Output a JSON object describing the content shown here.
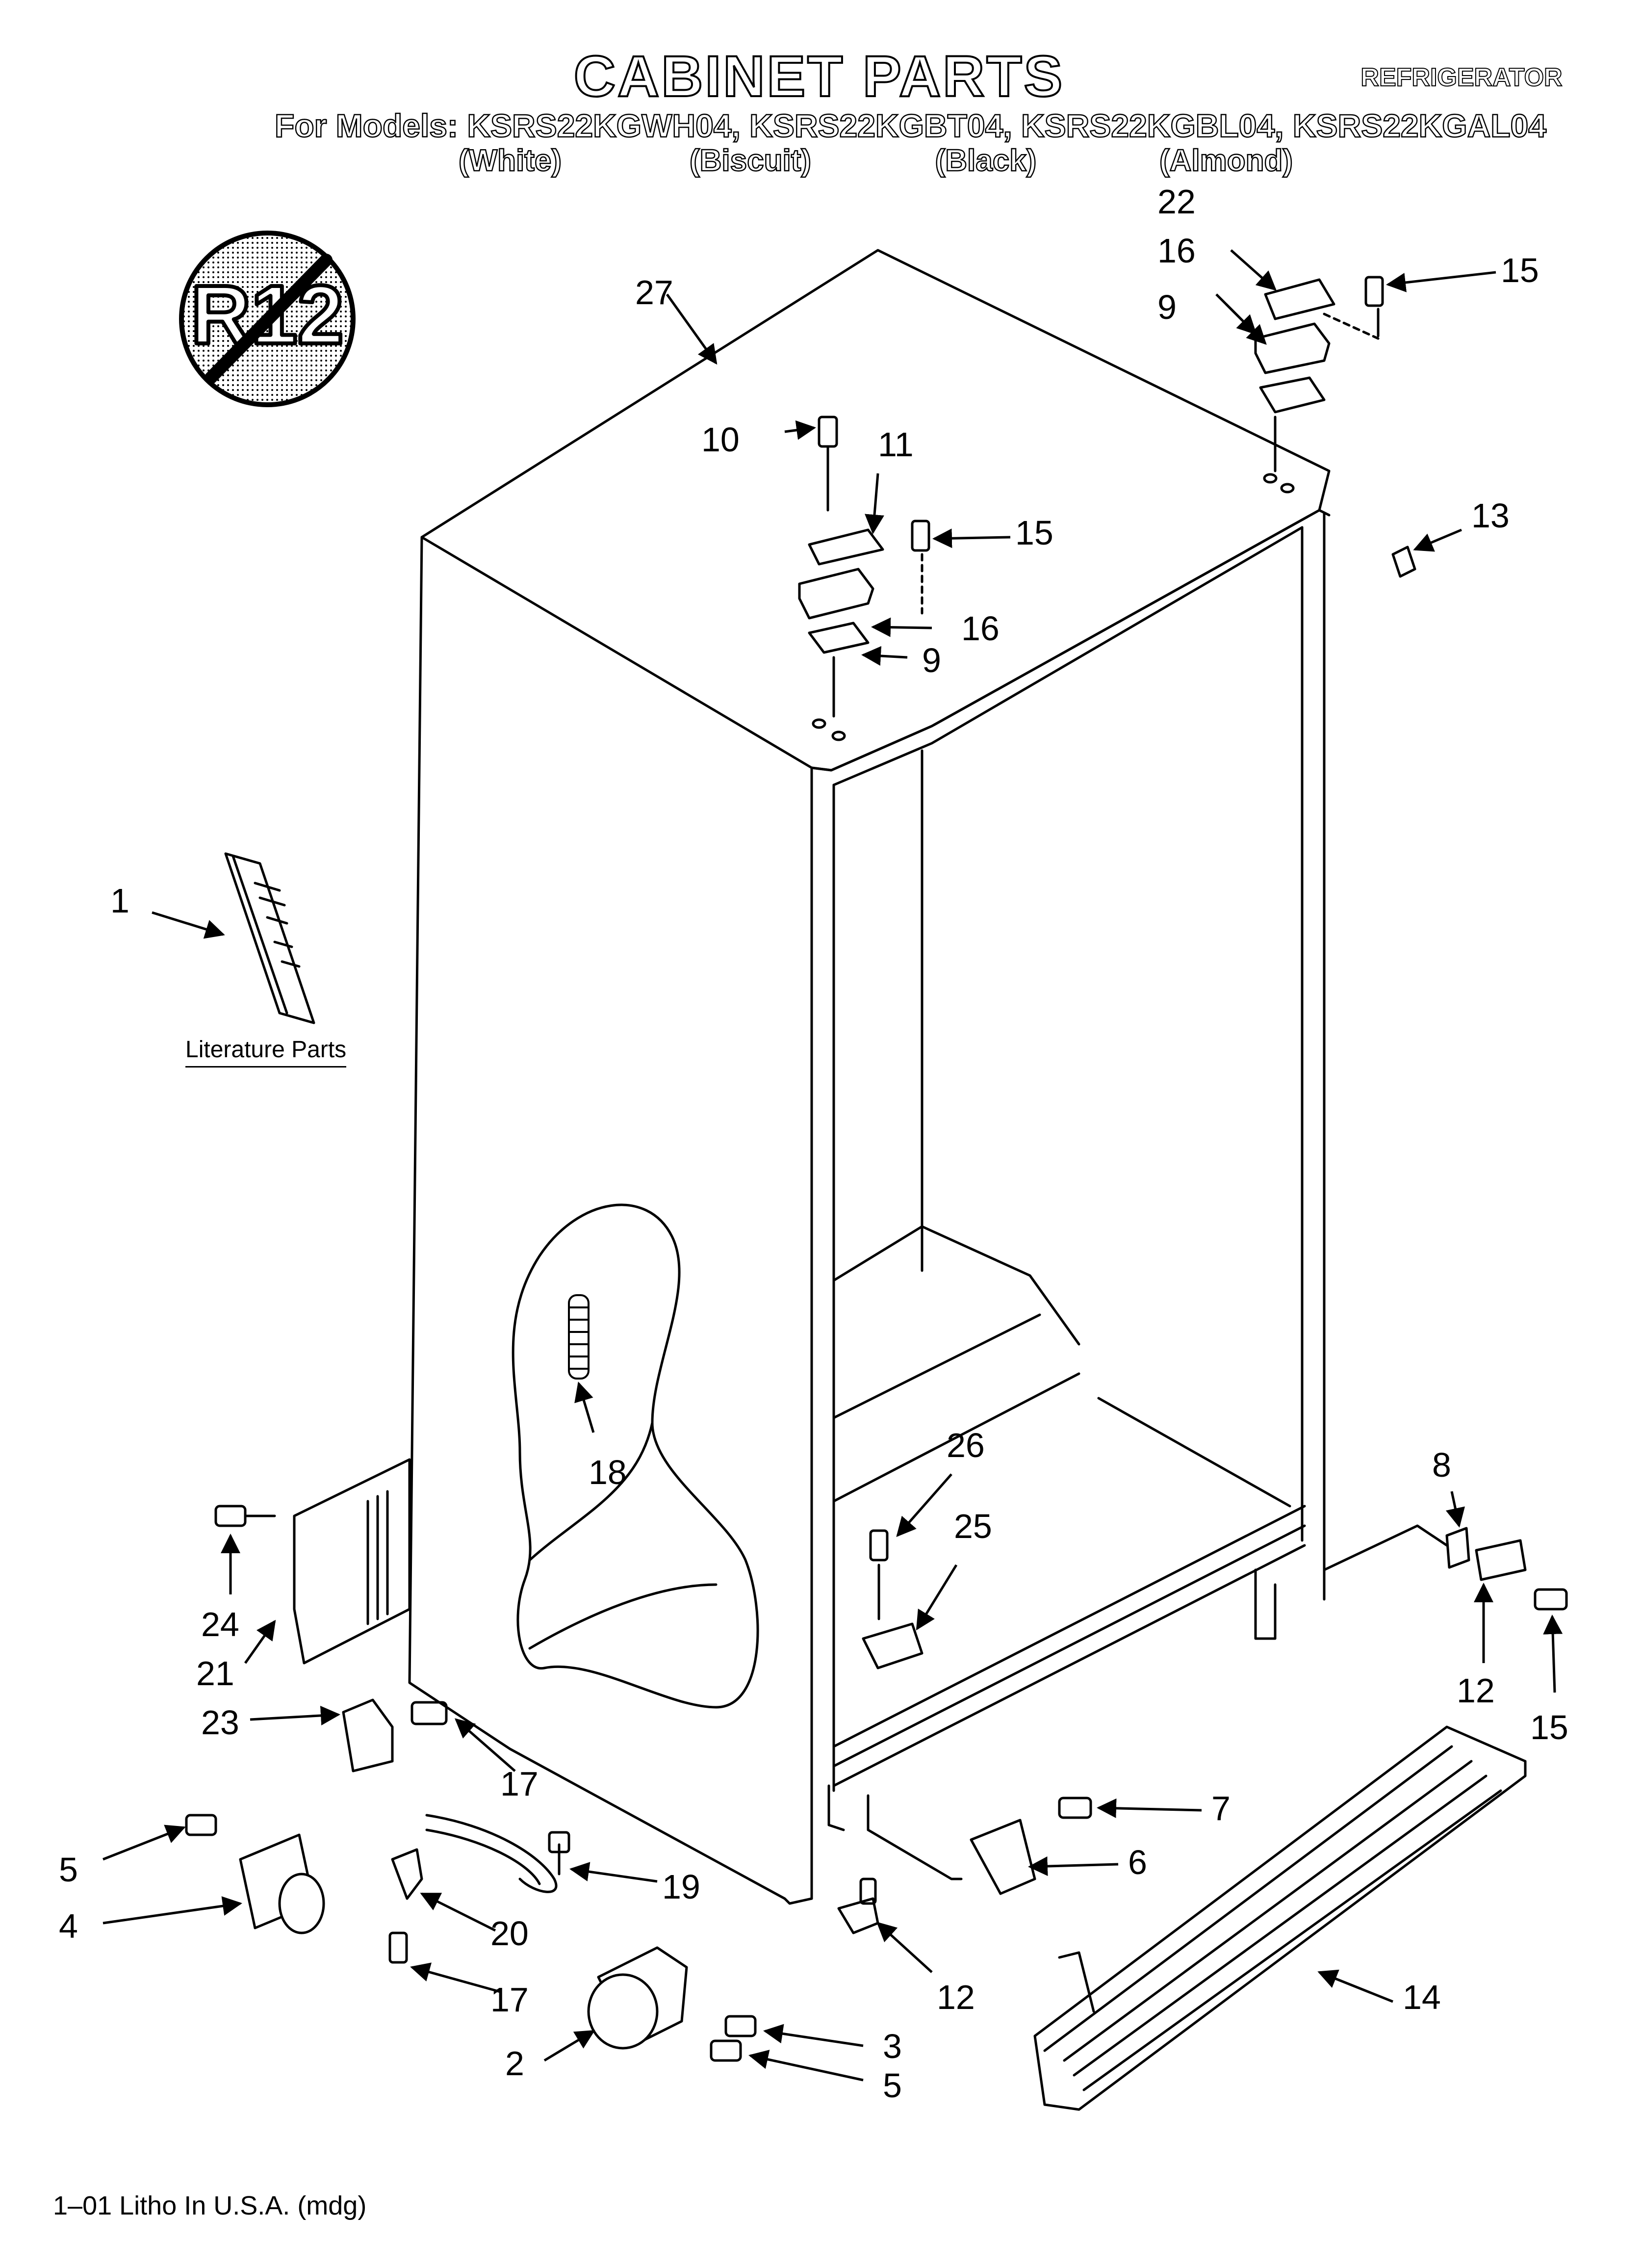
{
  "header": {
    "title": "CABINET PARTS",
    "category": "REFRIGERATOR",
    "models": "For Models: KSRS22KGWH04, KSRS22KGBT04, KSRS22KGBL04, KSRS22KGAL04",
    "colors": [
      "(White)",
      "(Biscuit)",
      "(Black)",
      "(Almond)"
    ]
  },
  "badge": {
    "text": "R12",
    "icon": "no-r12-refrigerant-icon"
  },
  "literature_label": "Literature Parts",
  "footer": "1–01 Litho In U.S.A. (mdg)",
  "callouts": [
    "1",
    "2",
    "3",
    "4",
    "5",
    "5",
    "6",
    "7",
    "8",
    "9",
    "9",
    "10",
    "11",
    "12",
    "12",
    "13",
    "14",
    "15",
    "15",
    "15",
    "16",
    "16",
    "17",
    "17",
    "18",
    "19",
    "20",
    "21",
    "22",
    "23",
    "24",
    "25",
    "26",
    "27"
  ]
}
